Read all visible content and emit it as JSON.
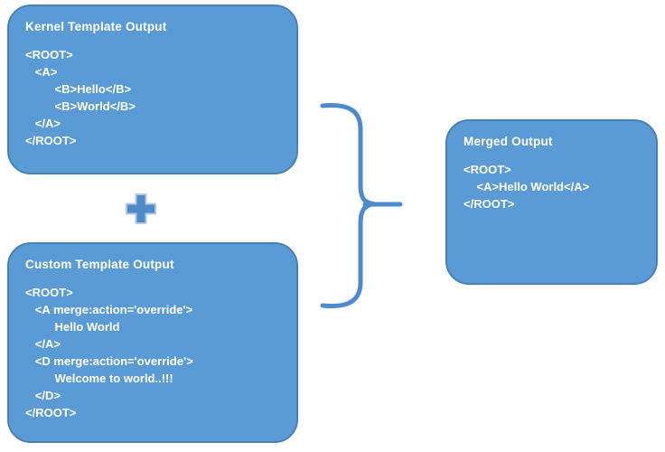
{
  "kernel_box": {
    "title": "Kernel Template Output",
    "code": [
      "<ROOT>",
      "   <A>",
      "         <B>Hello</B>",
      "         <B>World</B>",
      "   </A>",
      "</ROOT>"
    ]
  },
  "custom_box": {
    "title": "Custom Template Output",
    "code": [
      "<ROOT>",
      "   <A merge:action='override'>",
      "         Hello World",
      "   </A>",
      "   <D merge:action='override'>",
      "         Welcome to world..!!!",
      "   </D>",
      "</ROOT>"
    ]
  },
  "merged_box": {
    "title": "Merged Output",
    "code": [
      "<ROOT>",
      "    <A>Hello World</A>",
      "</ROOT>"
    ]
  },
  "icons": {
    "plus": "plus-shape",
    "brace": "right-curly-brace"
  },
  "colors": {
    "box_fill": "#5b9bd5",
    "box_border": "#4a80b4",
    "text_color": "#ffffff",
    "connector_color": "#4e8ad0",
    "plus_fill": "#4e8bc8",
    "plus_border": "#b3c9e2"
  }
}
